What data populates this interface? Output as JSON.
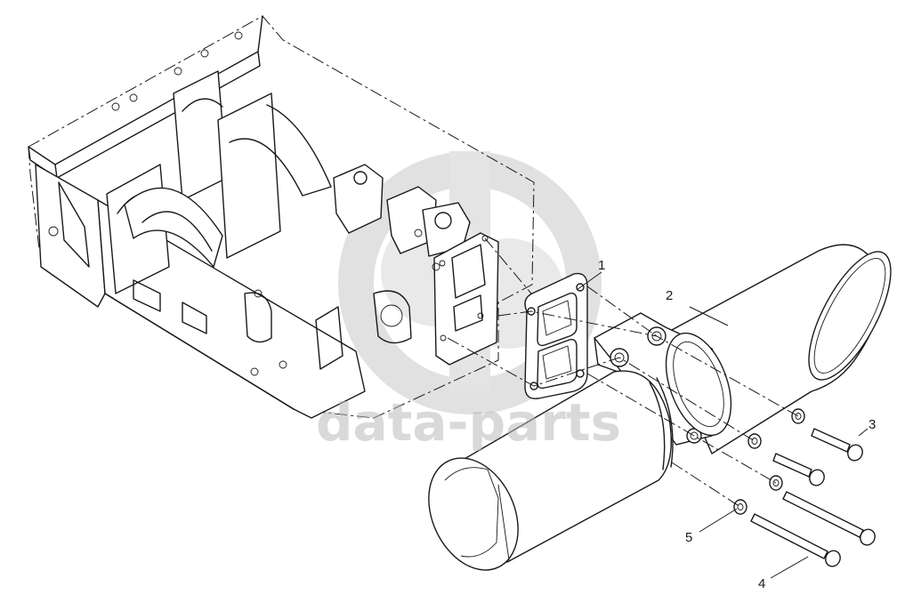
{
  "diagram": {
    "callouts": [
      {
        "id": "1",
        "label": "1"
      },
      {
        "id": "2",
        "label": "2"
      },
      {
        "id": "3",
        "label": "3"
      },
      {
        "id": "4",
        "label": "4"
      },
      {
        "id": "5",
        "label": "5"
      }
    ],
    "colors": {
      "line": "#1a1a1a",
      "background": "#ffffff",
      "watermark": "#b9b9b9"
    }
  },
  "watermark": {
    "text": "data-parts",
    "logo_icon": "dp-logo-icon"
  }
}
